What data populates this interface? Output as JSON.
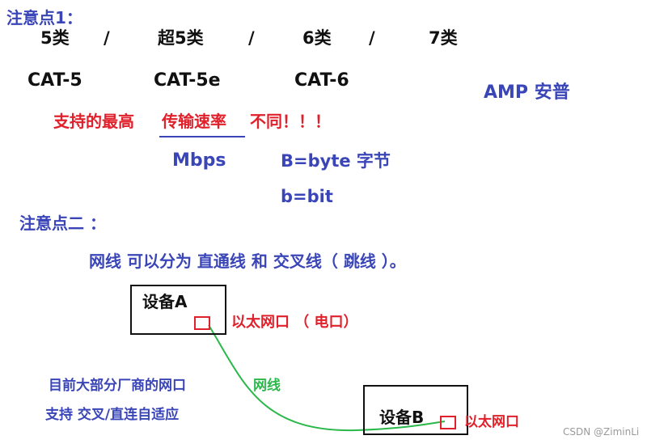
{
  "notes": {
    "point1_title": "注意点1：",
    "point2_title": "注意点二 ："
  },
  "categories": {
    "cat5_cn": "5类",
    "sep1": "/",
    "super5_cn": "超5类",
    "sep2": "/",
    "cat6_cn": "6类",
    "sep3": "/",
    "cat7_cn": "7类"
  },
  "standards": {
    "cat5": "CAT-5",
    "cat5e": "CAT-5e",
    "cat6": "CAT-6"
  },
  "amp": "AMP 安普",
  "rate_line": {
    "prefix": "支持的最高",
    "highlight": "传输速率",
    "suffix": "不同！！！"
  },
  "units": {
    "mbps": "Mbps",
    "byte_def": "B=byte 字节",
    "bit_def": "b=bit"
  },
  "cable_types": "网线  可以分为  直通线  和  交叉线（  跳线  ）。",
  "device_a": {
    "label": "设备A",
    "port_label": "以太网口 （  电口）"
  },
  "device_b": {
    "label": "设备B",
    "port_label": "以太网口"
  },
  "cable_label": "网线",
  "vendor_note": {
    "line1": "目前大部分厂商的网口",
    "line2": "支持 交叉/直连自适应"
  },
  "watermark": "CSDN @ZiminLi",
  "colors": {
    "blue": "#3a45b8",
    "red": "#e0202a",
    "green": "#2ab84a",
    "black": "#111111"
  }
}
